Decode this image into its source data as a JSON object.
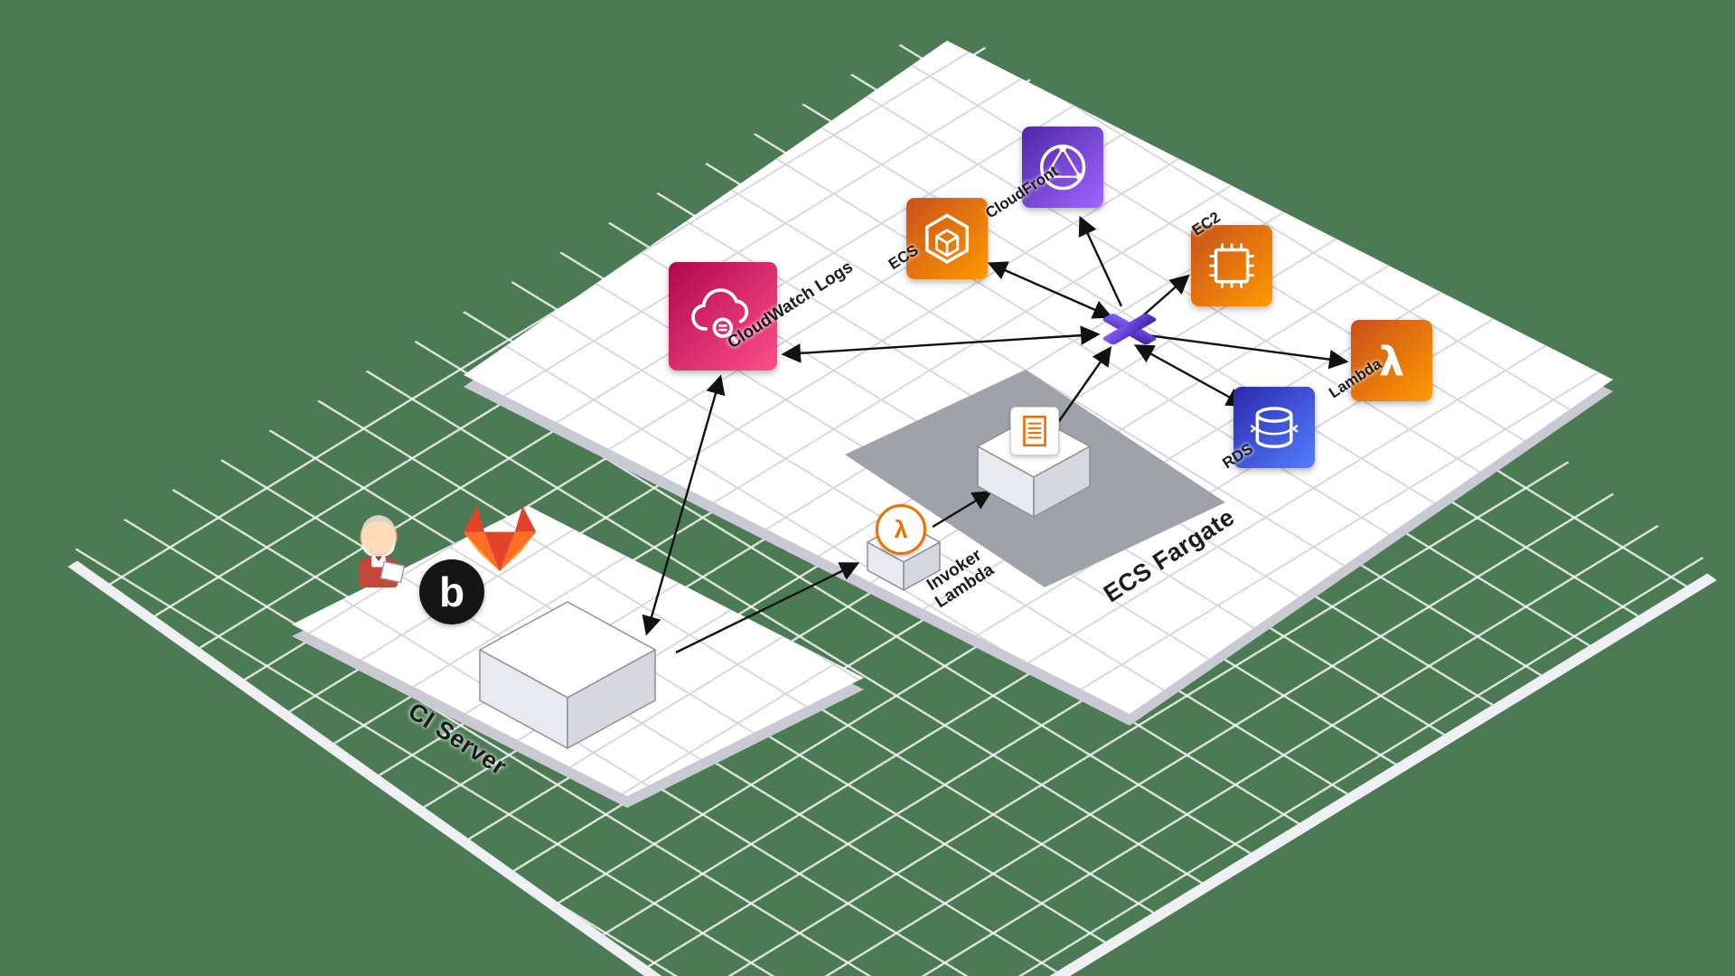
{
  "palette": {
    "background": "#4C7A54",
    "grid_line": "#FFFFFF",
    "platform": "#FFFFFF",
    "platform_grid": "#D8D8E2",
    "platform_side": "#C9CAD3",
    "shadow_zone": "#A0A2A9",
    "arrow": "#111111"
  },
  "glyphs": {
    "lambda": "λ",
    "buddy": "b"
  },
  "nodes": {
    "cloudwatch": {
      "label": "CloudWatch Logs",
      "color_start": "#B0084D",
      "color_end": "#FF4F8B"
    },
    "ecs": {
      "label": "ECS",
      "color_start": "#C8511B",
      "color_end": "#FF9900"
    },
    "cloudfront": {
      "label": "CloudFront",
      "color_start": "#4D27A8",
      "color_end": "#A166FF"
    },
    "ec2": {
      "label": "EC2",
      "color_start": "#C8511B",
      "color_end": "#FF9900"
    },
    "lambda": {
      "label": "Lambda",
      "color_start": "#C8511B",
      "color_end": "#FF9900"
    },
    "rds": {
      "label": "RDS",
      "color_start": "#2E27AD",
      "color_end": "#527FFF"
    },
    "fargate_zone": {
      "label": "ECS Fargate"
    },
    "invoker_lambda": {
      "line1": "Invoker",
      "line2": "Lambda"
    },
    "ci_server": {
      "label": "CI Server"
    }
  },
  "connections": [
    {
      "from": "CloudWatch Logs",
      "to": "CI Server",
      "bidirectional": true
    },
    {
      "from": "CI Server",
      "to": "Invoker Lambda",
      "bidirectional": false
    },
    {
      "from": "Invoker Lambda",
      "to": "ECS Fargate task",
      "bidirectional": false
    },
    {
      "from": "ECS Fargate task",
      "to": "connector",
      "bidirectional": false
    },
    {
      "from": "CloudWatch Logs",
      "to": "connector",
      "bidirectional": true
    },
    {
      "from": "connector",
      "to": "ECS",
      "bidirectional": true
    },
    {
      "from": "connector",
      "to": "CloudFront",
      "bidirectional": false
    },
    {
      "from": "connector",
      "to": "EC2",
      "bidirectional": false
    },
    {
      "from": "connector",
      "to": "Lambda",
      "bidirectional": false
    },
    {
      "from": "connector",
      "to": "RDS",
      "bidirectional": true
    }
  ]
}
